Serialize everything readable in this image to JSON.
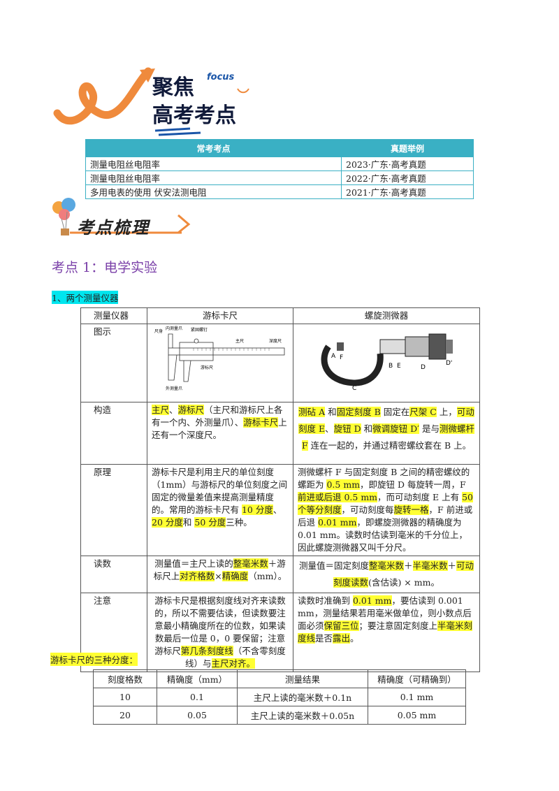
{
  "banner": {
    "focus": "focus",
    "line1": "聚焦",
    "line2": "高考考点"
  },
  "exam_table": {
    "headers": [
      "常考考点",
      "真题举例"
    ],
    "rows": [
      [
        "测量电阻丝电阻率",
        "2023·广东·高考真题"
      ],
      [
        "测量电阻丝电阻率",
        "2022·广东·高考真题"
      ],
      [
        "多用电表的使用  伏安法测电阻",
        "2021·广东·高考真题"
      ]
    ]
  },
  "review_title": "考点梳理",
  "section_title": "考点 1：电学实验",
  "subsection_title": "1、两个测量仪器",
  "main_table": {
    "headers": [
      "测量仪器",
      "游标卡尺",
      "螺旋测微器"
    ],
    "row_labels": [
      "图示",
      "构造",
      "原理",
      "读数",
      "注意"
    ],
    "caliper_figure_labels": [
      "内测量爪",
      "紧固螺钉",
      "主尺",
      "深度尺",
      "外测量爪",
      "游标尺",
      "尺身"
    ],
    "micrometer_figure_labels": [
      "A",
      "F",
      "B",
      "E",
      "D",
      "D'",
      "C"
    ]
  },
  "three_title": "游标卡尺的三种分度：",
  "div_table": {
    "headers": [
      "刻度格数",
      "精确度（mm）",
      "测量结果",
      "精确度（可精确到）"
    ],
    "rows": [
      [
        "10",
        "0.1",
        "主尺上读的毫米数＋0.1n",
        "0.1 mm"
      ],
      [
        "20",
        "0.05",
        "主尺上读的毫米数＋0.05n",
        "0.05 mm"
      ]
    ]
  }
}
